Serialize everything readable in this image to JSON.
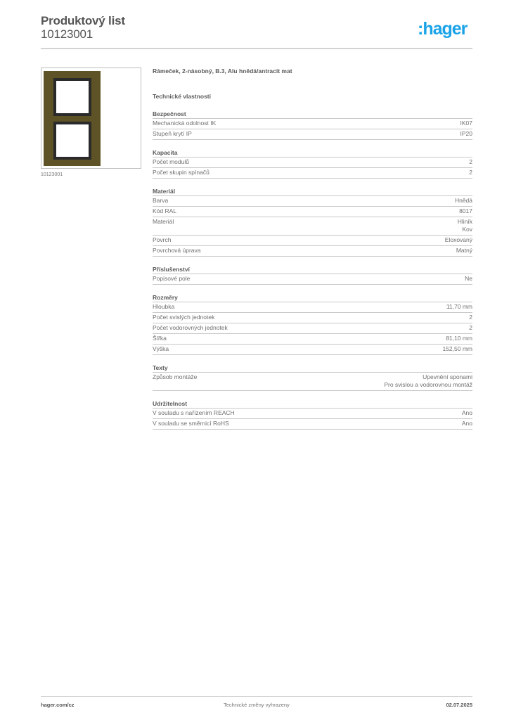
{
  "header": {
    "title": "Produktový list",
    "product_number": "10123001",
    "logo_text": ":hager",
    "logo_color": "#1aa3e8"
  },
  "image": {
    "caption": "10123001",
    "frame_color": "#5e5326",
    "insert_color": "#2a2a2a"
  },
  "product": {
    "name": "Rámeček, 2-násobný, B.3, Alu hnědá/antracit mat",
    "tech_heading": "Technické vlastnosti"
  },
  "sections": [
    {
      "title": "Bezpečnost",
      "rows": [
        {
          "label": "Mechanická odolnost IK",
          "values": [
            "IK07"
          ]
        },
        {
          "label": "Stupeň krytí IP",
          "values": [
            "IP20"
          ]
        }
      ]
    },
    {
      "title": "Kapacita",
      "rows": [
        {
          "label": "Počet modulů",
          "values": [
            "2"
          ]
        },
        {
          "label": "Počet skupin spínačů",
          "values": [
            "2"
          ]
        }
      ]
    },
    {
      "title": "Materiál",
      "rows": [
        {
          "label": "Barva",
          "values": [
            "Hnědá"
          ]
        },
        {
          "label": "Kód RAL",
          "values": [
            "8017"
          ]
        },
        {
          "label": "Materiál",
          "values": [
            "Hliník",
            "Kov"
          ]
        },
        {
          "label": "Povrch",
          "values": [
            "Eloxovaný"
          ]
        },
        {
          "label": "Povrchová úprava",
          "values": [
            "Matný"
          ]
        }
      ]
    },
    {
      "title": "Příslušenství",
      "rows": [
        {
          "label": "Popisové pole",
          "values": [
            "Ne"
          ]
        }
      ]
    },
    {
      "title": "Rozměry",
      "rows": [
        {
          "label": "Hloubka",
          "values": [
            "11,70 mm"
          ]
        },
        {
          "label": "Počet svislých jednotek",
          "values": [
            "2"
          ]
        },
        {
          "label": "Počet vodorovných jednotek",
          "values": [
            "2"
          ]
        },
        {
          "label": "Šířka",
          "values": [
            "81,10 mm"
          ]
        },
        {
          "label": "Výška",
          "values": [
            "152,50 mm"
          ]
        }
      ]
    },
    {
      "title": "Texty",
      "rows": [
        {
          "label": "Způsob montáže",
          "values": [
            "Upevnění sponami",
            "Pro svislou a vodorovnou montáž"
          ]
        }
      ]
    },
    {
      "title": "Udržitelnost",
      "rows": [
        {
          "label": "V souladu s nařízením REACH",
          "values": [
            "Ano"
          ]
        },
        {
          "label": "V souladu se směrnicí RoHS",
          "values": [
            "Ano"
          ]
        }
      ]
    }
  ],
  "footer": {
    "website": "hager.com/cz",
    "notice": "Technické změny vyhrazeny",
    "date": "02.07.2025"
  }
}
